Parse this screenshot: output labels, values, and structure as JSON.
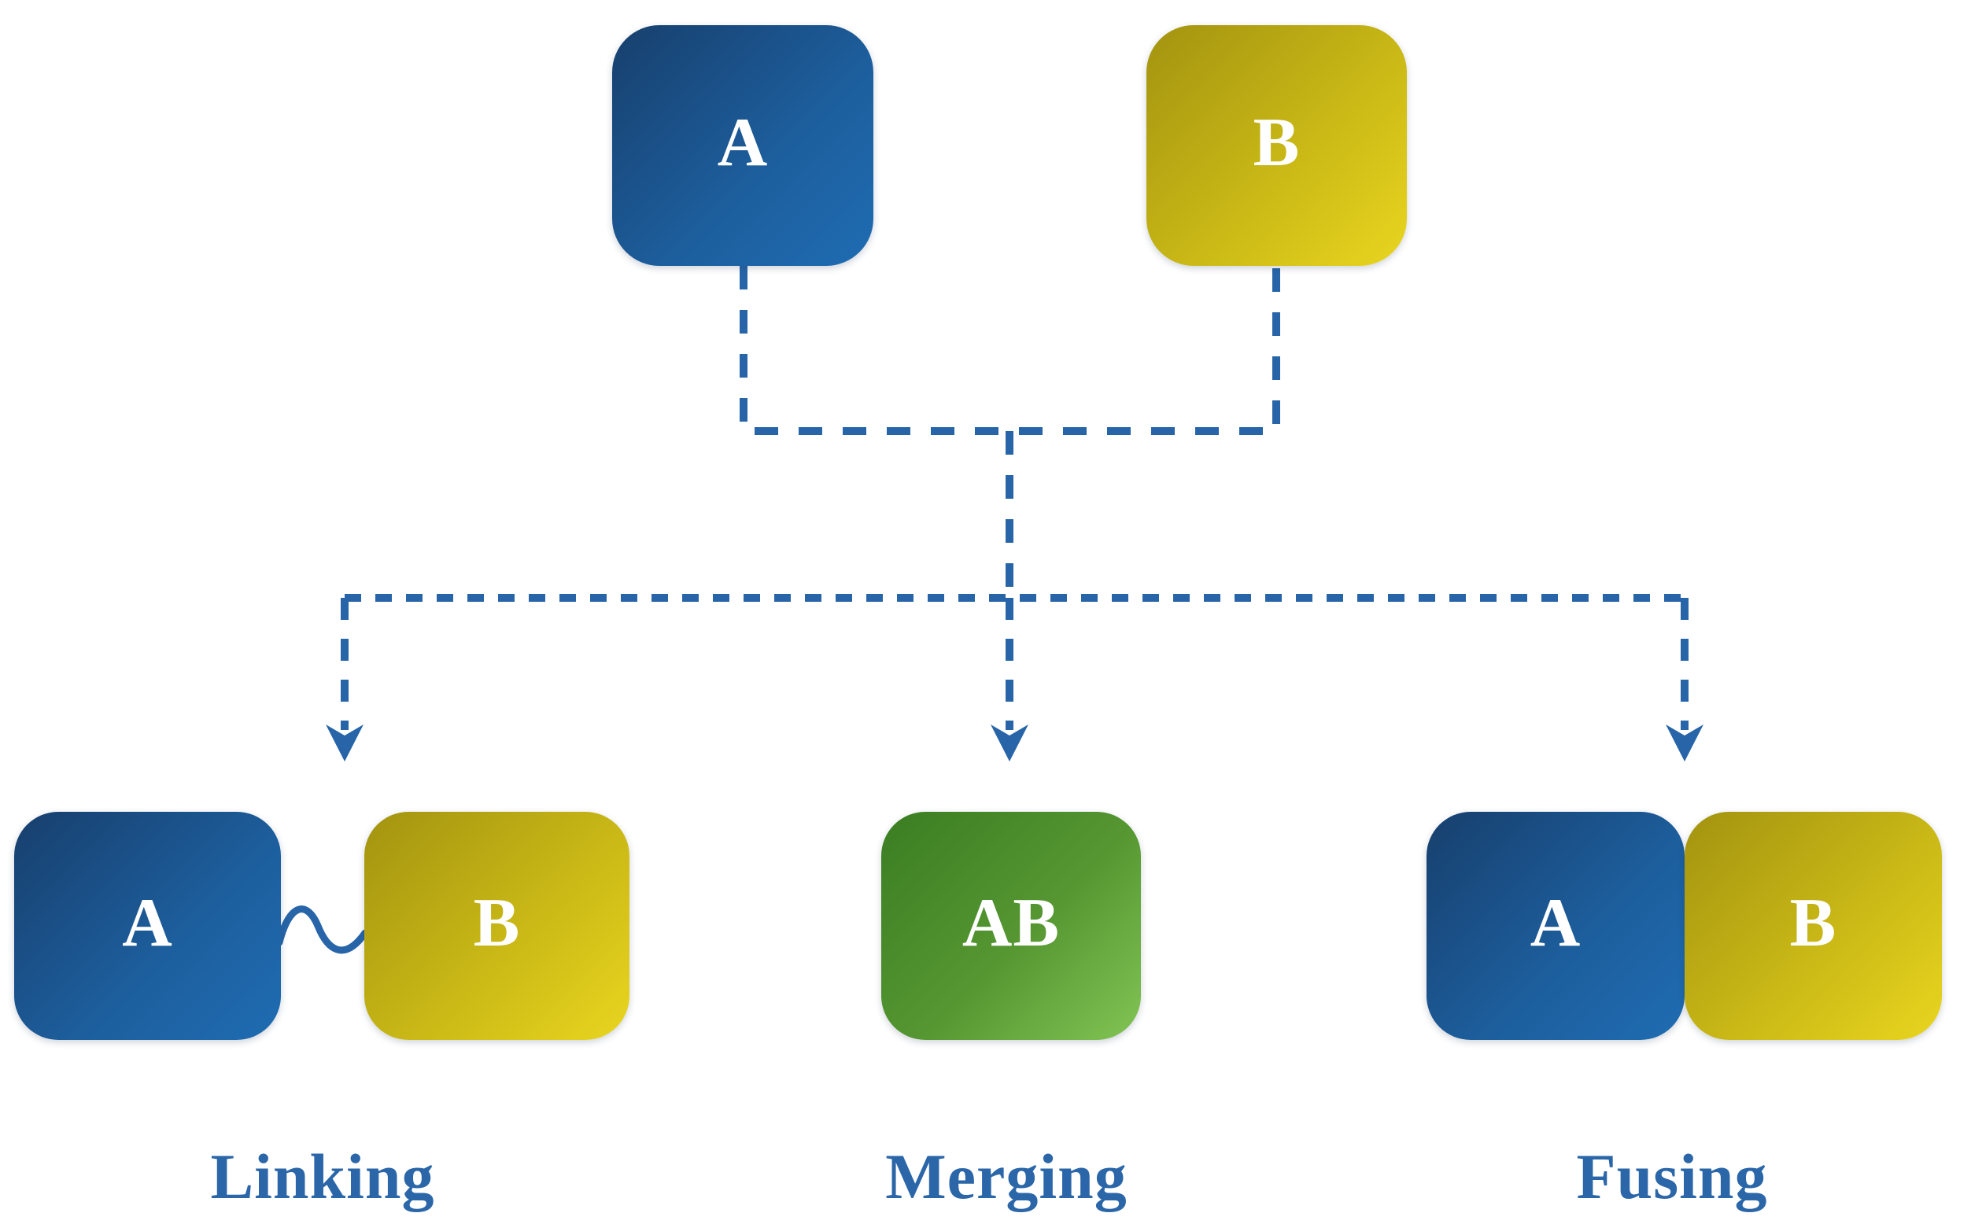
{
  "diagram": {
    "background": "#ffffff",
    "top_row": {
      "node_a": {
        "label": "A",
        "gradient": [
          "#173f6d",
          "#1f6cb2"
        ]
      },
      "node_b": {
        "label": "B",
        "gradient": [
          "#a39310",
          "#e9d51f"
        ]
      }
    },
    "branches": [
      {
        "name": "linking",
        "label": "Linking",
        "connection": "wavy-line",
        "left_box": {
          "label": "A",
          "gradient": [
            "#173f6d",
            "#1f6cb2"
          ]
        },
        "right_box": {
          "label": "B",
          "gradient": [
            "#a39310",
            "#e9d51f"
          ]
        }
      },
      {
        "name": "merging",
        "label": "Merging",
        "connection": "single-combined-box",
        "box": {
          "label": "AB",
          "gradient": [
            "#3a7d22",
            "#83c455"
          ]
        }
      },
      {
        "name": "fusing",
        "label": "Fusing",
        "connection": "adjacent-touching",
        "left_box": {
          "label": "A",
          "gradient": [
            "#173f6d",
            "#1f6cb2"
          ]
        },
        "right_box": {
          "label": "B",
          "gradient": [
            "#a39310",
            "#e9d51f"
          ]
        }
      }
    ],
    "colors": {
      "connector_dashed_line": "#2765a8",
      "arrowhead": "#2765a8",
      "wavy_link": "#2765a8",
      "branch_label_text": "#2b67a8",
      "box_letter_text": "#ffffff"
    },
    "icons": {
      "arrow_down": "▼ stealth arrowhead",
      "wavy_link": "∿ sine squiggle"
    }
  }
}
